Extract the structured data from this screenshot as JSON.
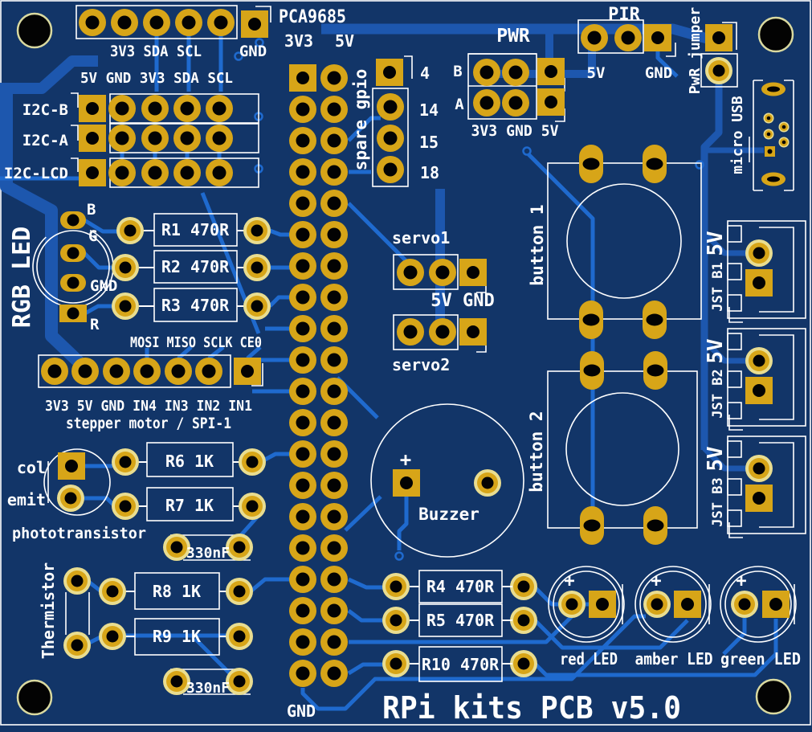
{
  "title": "RPi kits PCB v5.0",
  "colors": {
    "board": "#123568",
    "trace": "#1f6ace",
    "trace_thick": "#1d57ae",
    "pad_gold": "#d7a518",
    "pad_ring": "#e9dd90",
    "silkscreen": "#ffffff"
  },
  "top_header": {
    "chip": "PCA9685",
    "row1": "3V3 SDA SCL",
    "gnd": "GND",
    "row2": "5V GND 3V3 SDA SCL"
  },
  "i2c": {
    "rows": [
      "I2C-B",
      "I2C-A",
      "I2C-LCD"
    ]
  },
  "rgb_led": {
    "label": "RGB LED",
    "pins": {
      "b": "B",
      "g": "G",
      "gnd": "GND",
      "r": "R"
    }
  },
  "resistors": {
    "r1": "R1 470R",
    "r2": "R2 470R",
    "r3": "R3 470R",
    "r4": "R4 470R",
    "r5": "R5 470R",
    "r6": "R6 1K",
    "r7": "R7 1K",
    "r8": "R8 1K",
    "r9": "R9 1K",
    "r10": "R10 470R"
  },
  "capacitors": {
    "c1": "330nF",
    "c2": "330nF"
  },
  "spi": {
    "top_row": "MOSI MISO SCLK CE0",
    "bottom_row": "3V3 5V GND IN4 IN3 IN2 IN1",
    "caption": "stepper motor / SPI-1"
  },
  "phototransistor": {
    "col": "col",
    "emit": "emit",
    "label": "phototransistor"
  },
  "thermistor": {
    "label": "Thermistor"
  },
  "gpio": {
    "v33": "3V3",
    "v5": "5V",
    "gnd": "GND"
  },
  "spare_gpio": {
    "label": "spare gpio",
    "pins": [
      "4",
      "14",
      "15",
      "18"
    ]
  },
  "pwr": {
    "label": "PWR",
    "row_b": "B",
    "row_a": "A",
    "pins": "3V3 GND 5V"
  },
  "pir": {
    "label": "PIR",
    "v5": "5V",
    "gnd": "GND"
  },
  "pwr_jumper": {
    "label": "PwR jumper"
  },
  "usb": {
    "label": "micro USB"
  },
  "servos": {
    "servo1": "servo1",
    "servo2": "servo2",
    "pins": "5V GND"
  },
  "buzzer": {
    "label": "Buzzer",
    "plus": "+"
  },
  "buttons": {
    "b1": "button 1",
    "b2": "button 2"
  },
  "jst": [
    {
      "name": "JST B1",
      "v": "5V"
    },
    {
      "name": "JST B2",
      "v": "5V"
    },
    {
      "name": "JST B3",
      "v": "5V"
    }
  ],
  "leds": {
    "plus": "+",
    "items": [
      {
        "name": "red LED"
      },
      {
        "name": "amber LED"
      },
      {
        "name": "green LED"
      }
    ]
  }
}
